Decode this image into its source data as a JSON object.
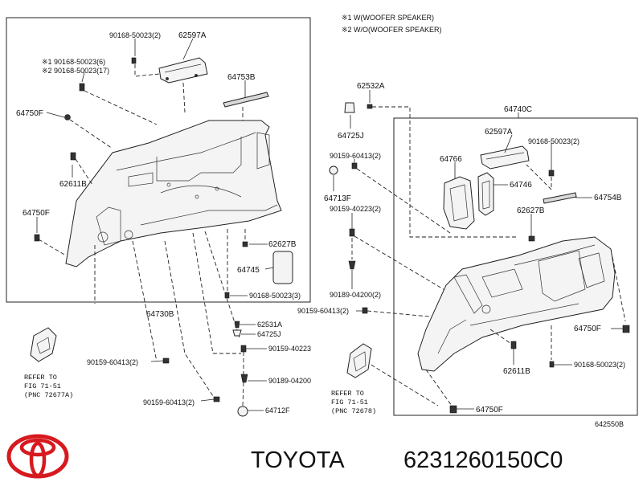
{
  "notes": {
    "note1": "※1 W(WOOFER SPEAKER)",
    "note2": "※2 W/O(WOOFER SPEAKER)"
  },
  "parts": {
    "p90168_50023_2_a": "90168-50023(2)",
    "p62597A_a": "62597A",
    "p90168_50023_6": "※1 90168-50023(6)",
    "p90168_50023_17": "※2 90168-50023(17)",
    "p64753B": "64753B",
    "p64750F_a": "64750F",
    "p62611B_a": "62611B",
    "p64750F_b": "64750F",
    "p62627B_a": "62627B",
    "p64745": "64745",
    "p90168_50023_3": "90168-50023(3)",
    "p64730B": "64730B",
    "p62531A": "62531A",
    "p64725J_a": "64725J",
    "p90159_40223_a": "90159-40223",
    "p90189_04200_a": "90189-04200",
    "p90159_60413_2_a": "90159-60413(2)",
    "p90159_60413_2_b": "90159-60413(2)",
    "p64712F": "64712F",
    "p62532A": "62532A",
    "p64725J_b": "64725J",
    "p90159_60413_2_c": "90159-60413(2)",
    "p64713F": "64713F",
    "p90159_40223_2": "90159-40223(2)",
    "p90189_04200_2": "90189-04200(2)",
    "p90159_60413_2_d": "90159-60413(2)",
    "p64740C": "64740C",
    "p62597A_b": "62597A",
    "p90168_50023_2_b": "90168-50023(2)",
    "p64766": "64766",
    "p64746": "64746",
    "p64754B": "64754B",
    "p62627B_b": "62627B",
    "p64750F_c": "64750F",
    "p62611B_b": "62611B",
    "p90168_50023_2_c": "90168-50023(2)",
    "p64750F_d": "64750F"
  },
  "refs": {
    "left": [
      "REFER TO",
      "FIG 71-51",
      "(PNC 72677A)"
    ],
    "right": [
      "REFER TO",
      "FIG 71-51",
      "(PNC 72678)"
    ]
  },
  "figure_code": "642550B",
  "brand": {
    "name": "TOYOTA",
    "part_number": "6231260150C0",
    "logo_color": "#d71920"
  }
}
